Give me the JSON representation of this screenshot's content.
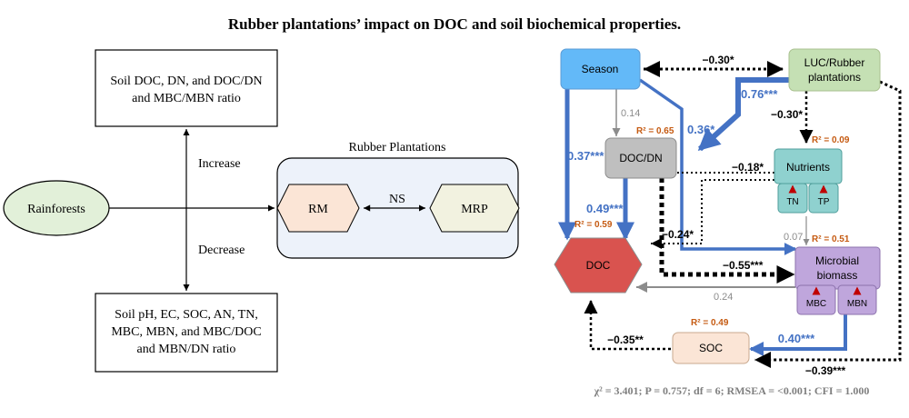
{
  "title": "Rubber plantations’ impact on DOC and soil biochemical properties.",
  "left_panel": {
    "top_box": [
      "Soil DOC, DN, and DOC/DN",
      "and MBC/MBN ratio"
    ],
    "bottom_box": [
      "Soil pH, EC, SOC, AN, TN,",
      "MBC, MBN, and MBC/DOC",
      "and MBN/DN ratio"
    ],
    "rainforests": "Rainforests",
    "increase": "Increase",
    "decrease": "Decrease",
    "rubber_plantations": "Rubber Plantations",
    "rm": "RM",
    "mrp": "MRP",
    "ns": "NS"
  },
  "sem": {
    "nodes": {
      "season": "Season",
      "luc": [
        "LUC/Rubber",
        "plantations"
      ],
      "doc_dn": "DOC/DN",
      "nutrients": "Nutrients",
      "tn": "TN",
      "tp": "TP",
      "doc": "DOC",
      "microbial": [
        "Microbial",
        "biomass"
      ],
      "mbc": "MBC",
      "mbn": "MBN",
      "soc": "SOC"
    },
    "r2": {
      "doc_dn": "R² = 0.65",
      "nutrients": "R² = 0.09",
      "doc": "R² = 0.59",
      "microbial": "R² = 0.51",
      "soc": "R² = 0.49"
    },
    "paths": {
      "season_luc": "−0.30*",
      "luc_doc_dn": "0.76***",
      "luc_nutrients": "−0.30*",
      "season_doc_dn": "0.14",
      "season_microbial": "0.36*",
      "season_doc": "0.37***",
      "doc_dn_doc": "0.49***",
      "nutrients_doc_dn": "−0.18*",
      "nutrients_doc": "−0.24*",
      "nutrients_microbial": "0.07",
      "doc_dn_microbial": "−0.55***",
      "microbial_doc": "0.24",
      "soc_doc": "−0.35**",
      "microbial_soc": "0.40***",
      "luc_soc": "−0.39***"
    },
    "fit": "χ² = 3.401; P = 0.757; df = 6; RMSEA = <0.001; CFI = 1.000"
  },
  "colors": {
    "blue": "#4472c4",
    "season": "#63b9f8",
    "luc": "#c5e0b4",
    "doc_dn": "#bfbfbf",
    "nutrients": "#8fd1cf",
    "doc": "#d9534f",
    "microbial": "#bfa6dc",
    "soc": "#fbe5d6",
    "rainforest": "#e2f0d9",
    "rm": "#fbe5d6",
    "mrp": "#f2f2e0",
    "rp_bg": "#edf2fa",
    "r2": "#c55a11"
  }
}
